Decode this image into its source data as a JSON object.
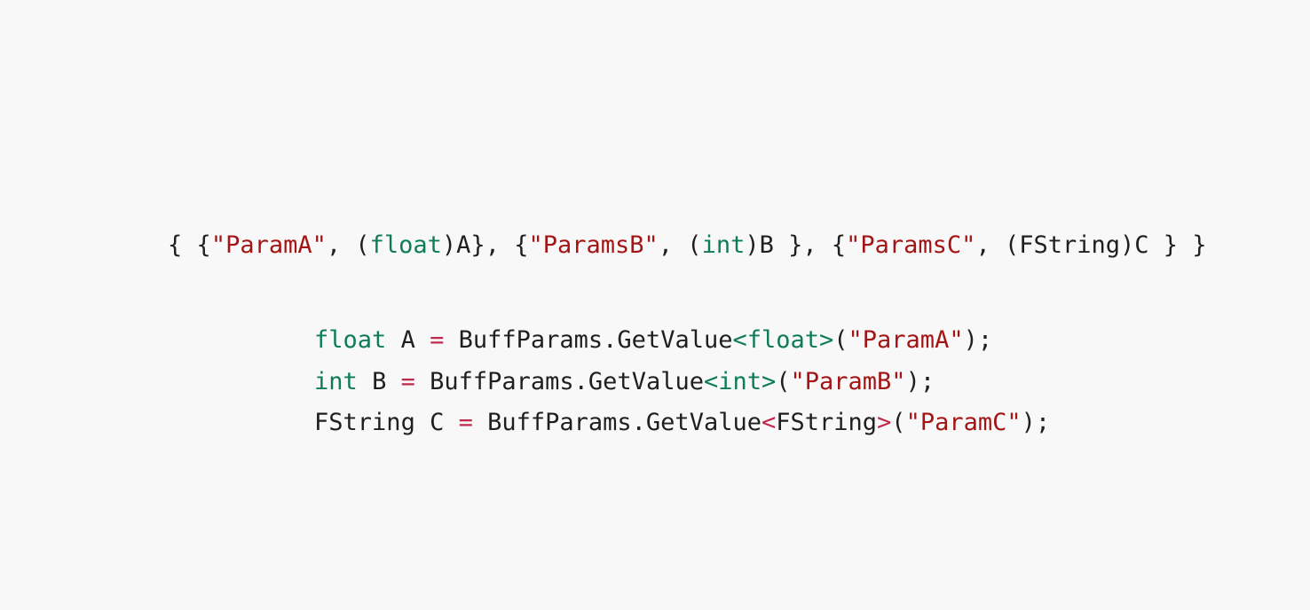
{
  "code": {
    "lines": [
      {
        "name": "dictionary-initializer-line",
        "tokens": [
          {
            "text": "{ {",
            "kind": "plain"
          },
          {
            "text": "\"ParamA\"",
            "kind": "str"
          },
          {
            "text": ", (",
            "kind": "plain"
          },
          {
            "text": "float",
            "kind": "type"
          },
          {
            "text": ")A}, {",
            "kind": "plain"
          },
          {
            "text": "\"ParamsB\"",
            "kind": "str"
          },
          {
            "text": ", (",
            "kind": "plain"
          },
          {
            "text": "int",
            "kind": "type"
          },
          {
            "text": ")B }, {",
            "kind": "plain"
          },
          {
            "text": "\"ParamsC\"",
            "kind": "str"
          },
          {
            "text": ", (FString)C } }",
            "kind": "plain"
          }
        ]
      },
      {
        "name": "float-a-line",
        "tokens": [
          {
            "text": "float",
            "kind": "type"
          },
          {
            "text": " A ",
            "kind": "plain"
          },
          {
            "text": "=",
            "kind": "op"
          },
          {
            "text": " BuffParams.GetValue",
            "kind": "plain"
          },
          {
            "text": "<float>",
            "kind": "type"
          },
          {
            "text": "(",
            "kind": "plain"
          },
          {
            "text": "\"ParamA\"",
            "kind": "str"
          },
          {
            "text": ");",
            "kind": "plain"
          }
        ]
      },
      {
        "name": "int-b-line",
        "tokens": [
          {
            "text": "int",
            "kind": "type"
          },
          {
            "text": " B ",
            "kind": "plain"
          },
          {
            "text": "=",
            "kind": "op"
          },
          {
            "text": " BuffParams.GetValue",
            "kind": "plain"
          },
          {
            "text": "<int>",
            "kind": "type"
          },
          {
            "text": "(",
            "kind": "plain"
          },
          {
            "text": "\"ParamB\"",
            "kind": "str"
          },
          {
            "text": ");",
            "kind": "plain"
          }
        ]
      },
      {
        "name": "fstring-c-line",
        "tokens": [
          {
            "text": "FString C ",
            "kind": "plain"
          },
          {
            "text": "=",
            "kind": "op"
          },
          {
            "text": " BuffParams.GetValue",
            "kind": "plain"
          },
          {
            "text": "<",
            "kind": "op"
          },
          {
            "text": "FString",
            "kind": "plain"
          },
          {
            "text": ">",
            "kind": "op"
          },
          {
            "text": "(",
            "kind": "plain"
          },
          {
            "text": "\"ParamC\"",
            "kind": "str"
          },
          {
            "text": ");",
            "kind": "plain"
          }
        ]
      }
    ]
  },
  "colors": {
    "background": "#f8f8f8",
    "string": "#a31515",
    "type": "#0e7c5a",
    "operator": "#c0284c",
    "plain": "#1f1f1f"
  }
}
